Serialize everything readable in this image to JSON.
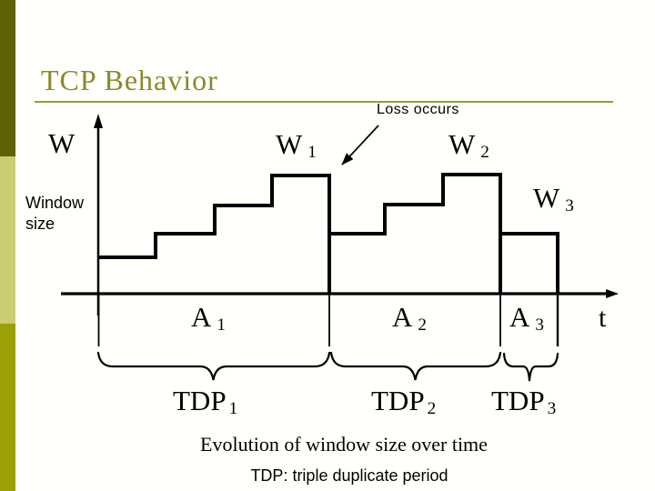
{
  "slide": {
    "title": "TCP Behavior",
    "caption": "Evolution of window size over time",
    "subcaption": "TDP: triple duplicate period"
  },
  "diagram": {
    "y_axis_symbol": "W",
    "y_axis_description": "Window size",
    "x_axis_symbol": "t",
    "loss_annotation": "Loss occurs",
    "peaks": [
      {
        "main": "W",
        "sub": "1"
      },
      {
        "main": "W",
        "sub": "2"
      },
      {
        "main": "W",
        "sub": "3"
      }
    ],
    "areas": [
      {
        "main": "A",
        "sub": "1"
      },
      {
        "main": "A",
        "sub": "2"
      },
      {
        "main": "A",
        "sub": "3"
      }
    ],
    "periods": [
      {
        "main": "TDP",
        "sub": "1"
      },
      {
        "main": "TDP",
        "sub": "2"
      },
      {
        "main": "TDP",
        "sub": "3"
      }
    ]
  },
  "colors": {
    "title_text": "#8a8a2a",
    "title_rule": "#9a9a33",
    "sidebar_top": "#606008",
    "sidebar_middle": "#cbcc74",
    "sidebar_bottom": "#9aa005",
    "diagram_line": "#000000",
    "background": "#fffffb"
  }
}
